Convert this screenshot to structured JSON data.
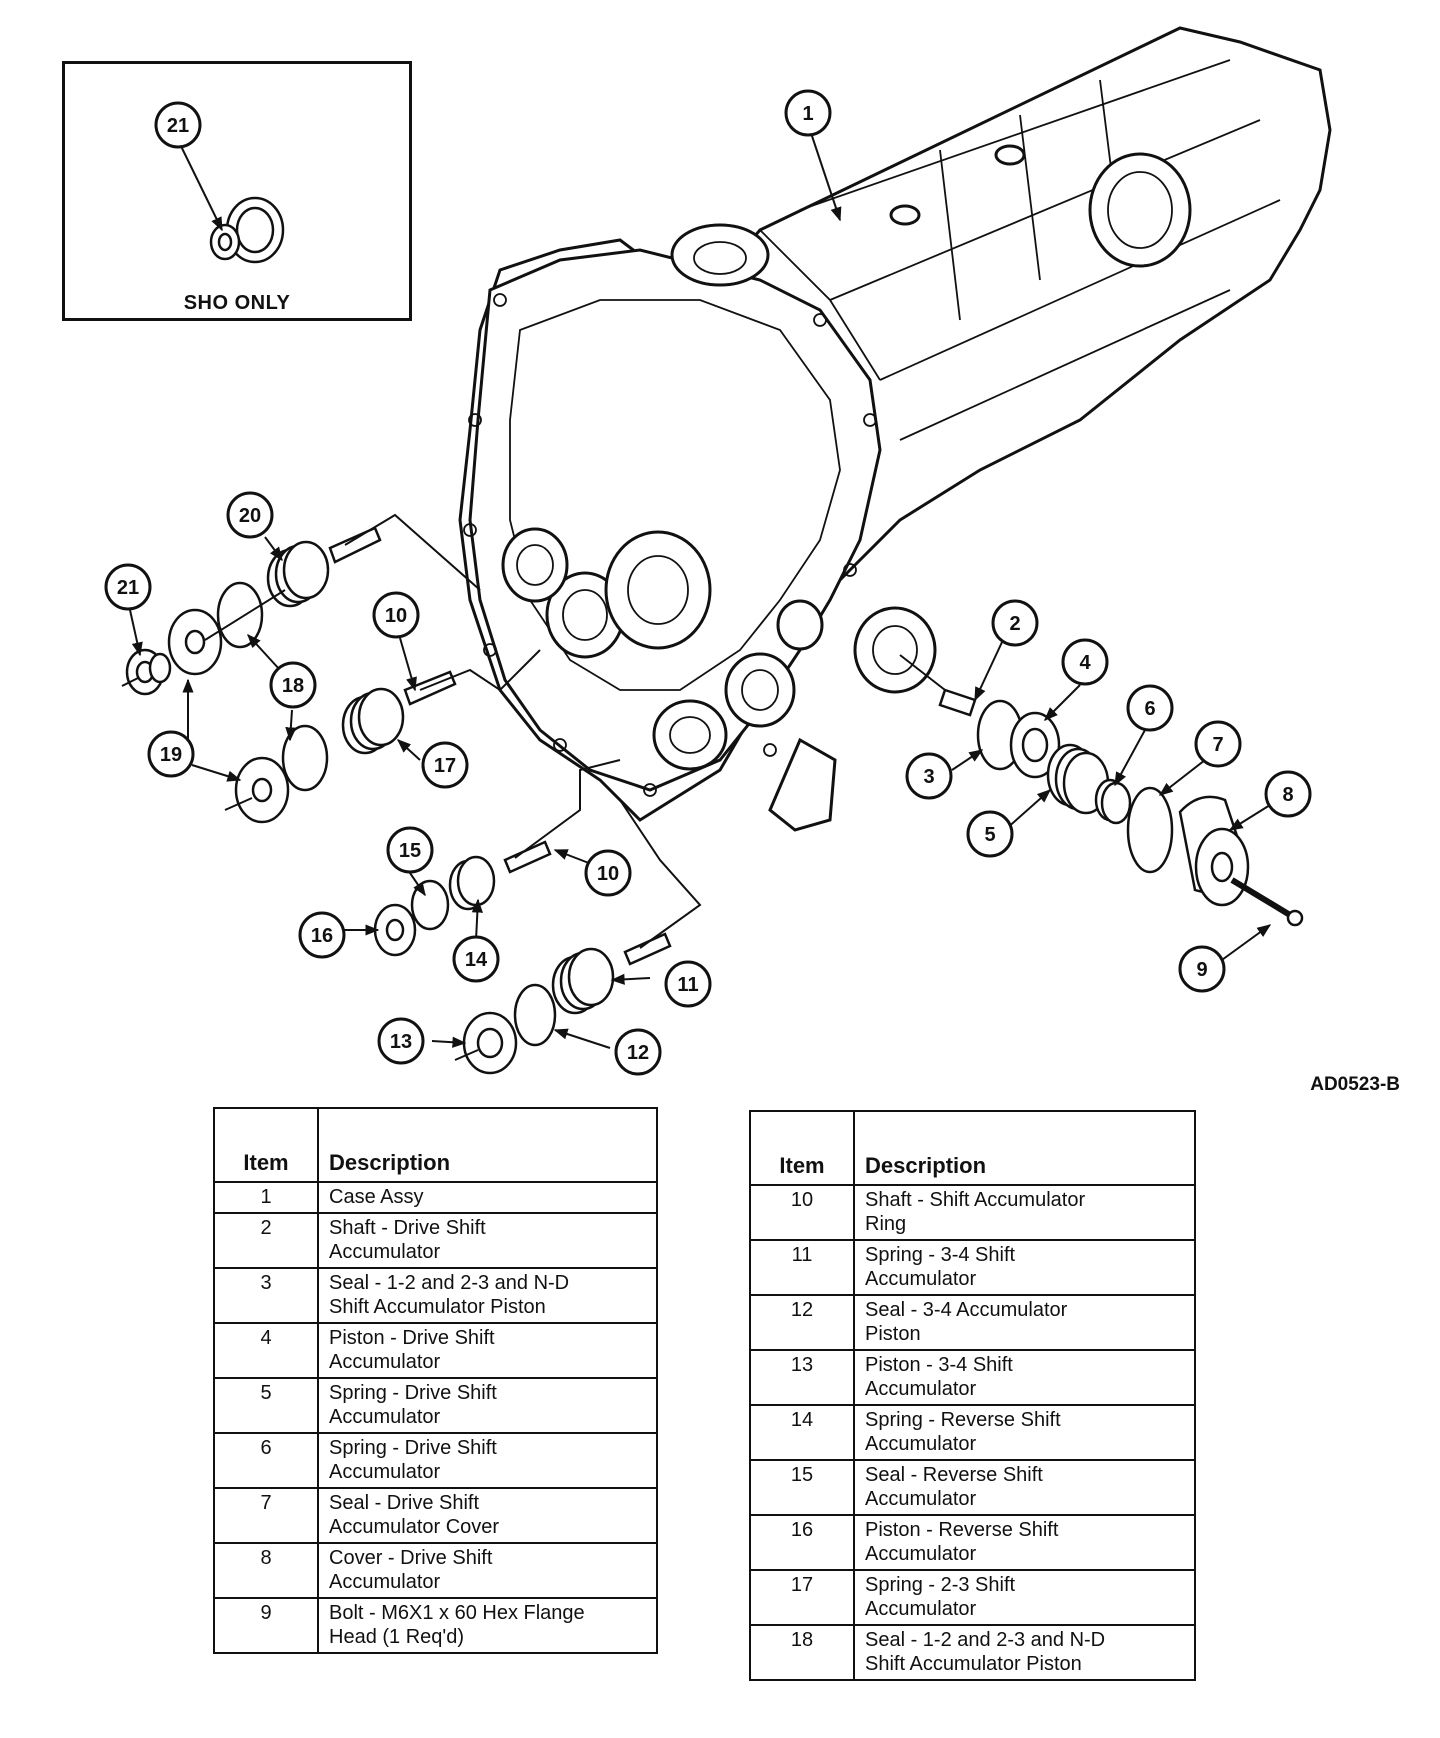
{
  "figure": {
    "inset_label": "SHO ONLY",
    "figure_id": "AD0523-B",
    "callouts": {
      "c1": "1",
      "c2": "2",
      "c3": "3",
      "c4": "4",
      "c5": "5",
      "c6": "6",
      "c7": "7",
      "c8": "8",
      "c9": "9",
      "c10a": "10",
      "c10b": "10",
      "c11": "11",
      "c12": "12",
      "c13": "13",
      "c14": "14",
      "c15": "15",
      "c16": "16",
      "c17": "17",
      "c18": "18",
      "c19": "19",
      "c20": "20",
      "c21a": "21",
      "c21b": "21"
    }
  },
  "tables": {
    "header_item": "Item",
    "header_description": "Description",
    "left": [
      {
        "item": "1",
        "line1": "Case Assy",
        "line2": ""
      },
      {
        "item": "2",
        "line1": "Shaft - Drive Shift",
        "line2": "Accumulator"
      },
      {
        "item": "3",
        "line1": "Seal - 1-2 and 2-3 and N-D",
        "line2": "Shift Accumulator Piston"
      },
      {
        "item": "4",
        "line1": "Piston - Drive Shift",
        "line2": "Accumulator"
      },
      {
        "item": "5",
        "line1": "Spring - Drive Shift",
        "line2": "Accumulator"
      },
      {
        "item": "6",
        "line1": "Spring - Drive Shift",
        "line2": "Accumulator"
      },
      {
        "item": "7",
        "line1": "Seal - Drive Shift",
        "line2": "Accumulator Cover"
      },
      {
        "item": "8",
        "line1": "Cover - Drive Shift",
        "line2": "Accumulator"
      },
      {
        "item": "9",
        "line1": "Bolt - M6X1 x 60 Hex Flange",
        "line2": "Head (1 Req'd)"
      }
    ],
    "right": [
      {
        "item": "10",
        "line1": "Shaft - Shift Accumulator",
        "line2": "Ring"
      },
      {
        "item": "11",
        "line1": "Spring - 3-4 Shift",
        "line2": "Accumulator"
      },
      {
        "item": "12",
        "line1": "Seal - 3-4 Accumulator",
        "line2": "Piston"
      },
      {
        "item": "13",
        "line1": "Piston - 3-4 Shift",
        "line2": "Accumulator"
      },
      {
        "item": "14",
        "line1": "Spring - Reverse Shift",
        "line2": "Accumulator"
      },
      {
        "item": "15",
        "line1": "Seal - Reverse Shift",
        "line2": "Accumulator"
      },
      {
        "item": "16",
        "line1": "Piston - Reverse Shift",
        "line2": "Accumulator"
      },
      {
        "item": "17",
        "line1": "Spring - 2-3 Shift",
        "line2": "Accumulator"
      },
      {
        "item": "18",
        "line1": "Seal - 1-2 and 2-3 and N-D",
        "line2": "Shift Accumulator Piston"
      }
    ]
  }
}
